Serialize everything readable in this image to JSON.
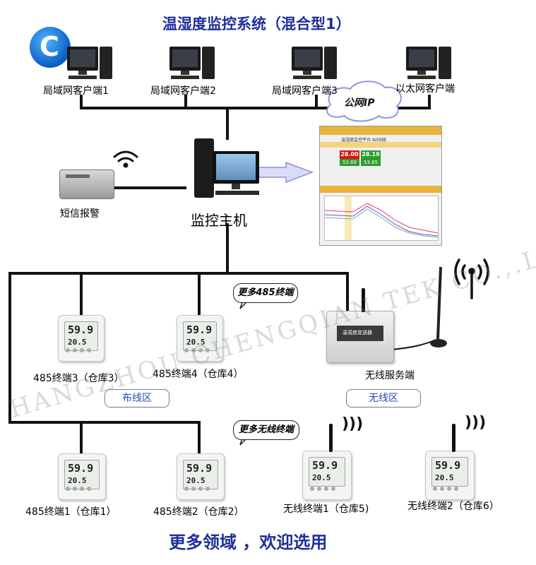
{
  "title": "温湿度监控系统（混合型1）",
  "clients": {
    "lan1": "局域网客户端1",
    "lan2": "局域网客户端2",
    "lan3": "局域网客户端3",
    "ethernet": "以太网客户端"
  },
  "public_ip": "公网IP",
  "sms_alarm": "短信报警",
  "host": "监控主机",
  "more_485": "更多485终端",
  "more_wireless": "更多无线终端",
  "wireless_server": "无线服务端",
  "terminals": {
    "t3": "485终端3（仓库3）",
    "t4": "485终端4（仓库4）",
    "t1": "485终端1（仓库1）",
    "t2": "485终端2（仓库2）",
    "w1": "无线终端1（仓库5)",
    "w2": "无线终端2（仓库6）"
  },
  "zones": {
    "wired": "布线区",
    "wireless": "无线区"
  },
  "footer": "更多领域 ，欢迎选用",
  "watermark": "HANGZHOU CHENGQIAN TEK CO.,.LTD",
  "device_display": {
    "temp": "59.9",
    "hum": "20.5"
  },
  "screen_panel": {
    "header": "温湿度监控平台-WEB版",
    "reading1": "28.00",
    "reading2": "28.19",
    "reading3": "53.69",
    "reading4": "53.65"
  },
  "server_label": "温湿度变送器",
  "colors": {
    "title": "#1d2f9a",
    "zone_text": "#2548b8",
    "line": "#111111"
  }
}
